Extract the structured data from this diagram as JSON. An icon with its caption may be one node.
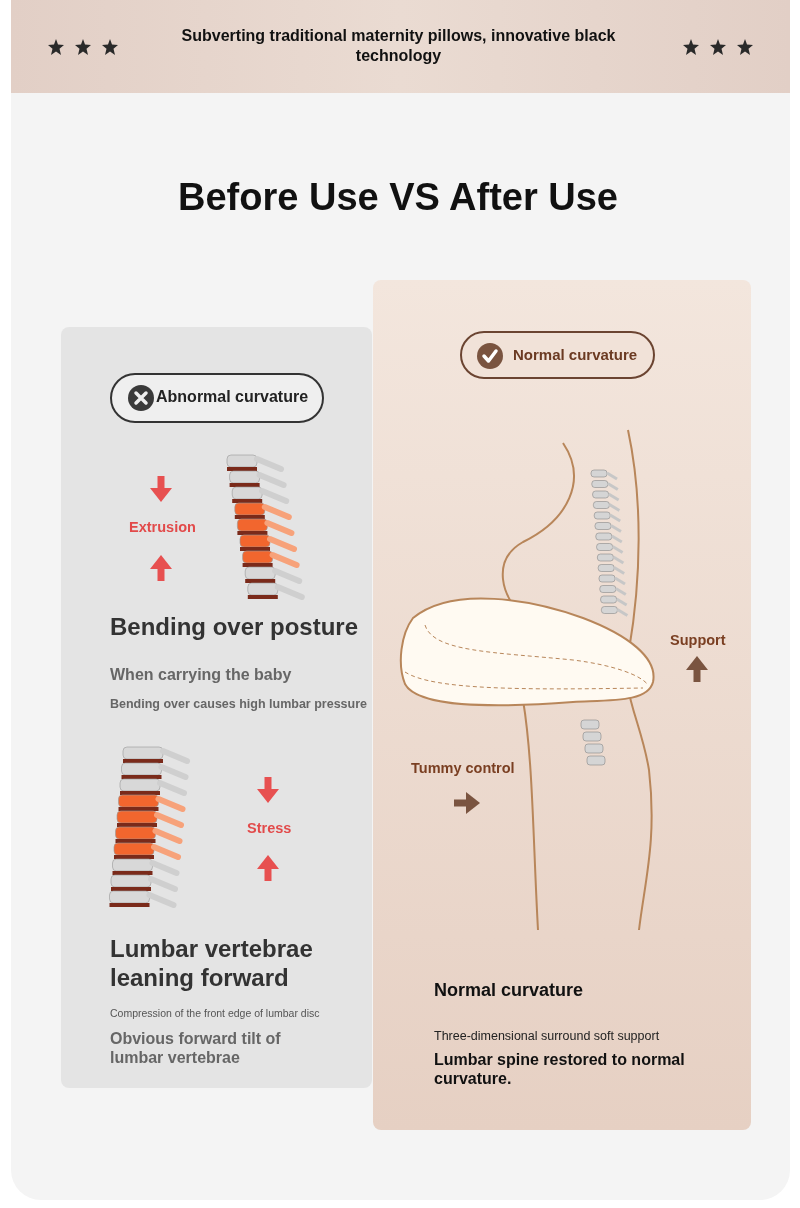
{
  "diagram": {
    "title": "Before Use VS After Use",
    "nodes": [
      {
        "text": [
          "Subverting traditional maternity pillows, innovative black technology"
        ]
      },
      {
        "text": [
          "Bending over posture",
          "When carrying the baby",
          "Bending over causes high lumbar pressure",
          "Lumbar vertebrae leaning forward",
          "Compression of the front edge of lumbar disc",
          "Obvious forward tilt of lumbar vertebrae"
        ]
      },
      {
        "text": [
          "Abnormal curvature"
        ],
        "in": 1
      },
      {
        "text": [
          "Normal curvature",
          "Three-dimensional surround soft support",
          "Lumbar spine restored to normal curvature."
        ]
      },
      {
        "text": [
          "Normal curvature"
        ],
        "in": 3
      }
    ],
    "labels": [
      "Extrusion",
      "Support",
      "Tummy control",
      "Stress"
    ]
  }
}
